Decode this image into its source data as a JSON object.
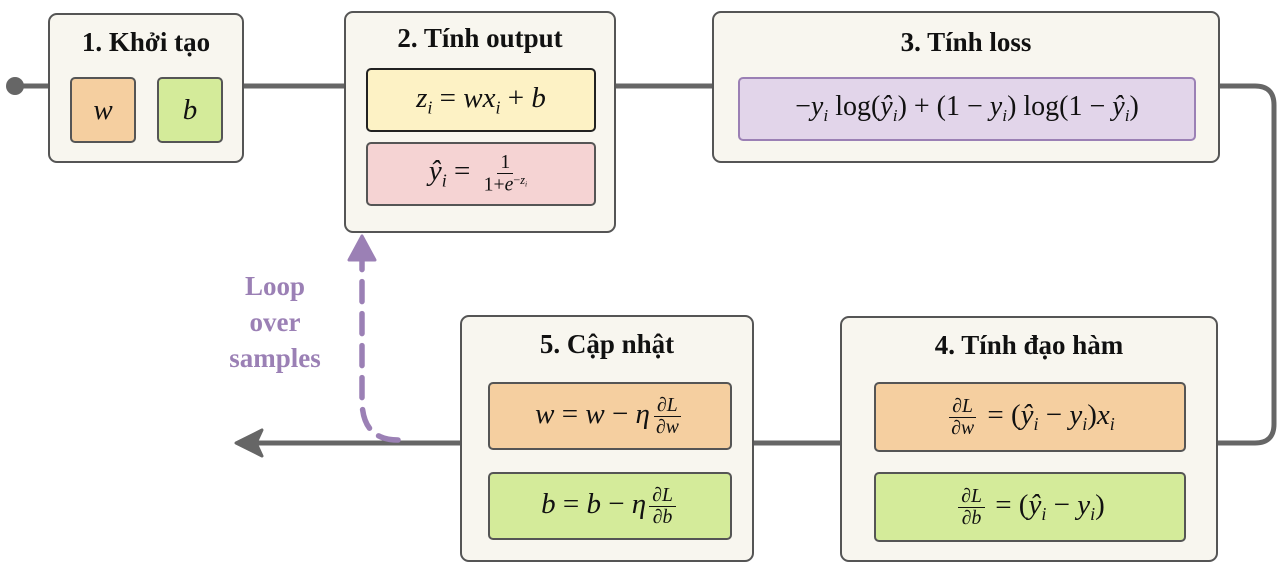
{
  "steps": [
    {
      "title": "1. Khởi tạo"
    },
    {
      "title": "2. Tính output"
    },
    {
      "title": "3. Tính loss"
    },
    {
      "title": "4. Tính đạo hàm"
    },
    {
      "title": "5. Cập nhật"
    }
  ],
  "params": {
    "w": "w",
    "b": "b"
  },
  "loop_label": [
    "Loop",
    "over",
    "samples"
  ],
  "colors": {
    "wire": "#666666",
    "loop_arrow": "#9b80b5",
    "box_bg": "#f8f6ef",
    "orange": "#f5cfa0",
    "green": "#d4eb9a",
    "yellow": "#fdf2c5",
    "pink": "#f5d3d3",
    "purple": "#e2d5ea"
  }
}
